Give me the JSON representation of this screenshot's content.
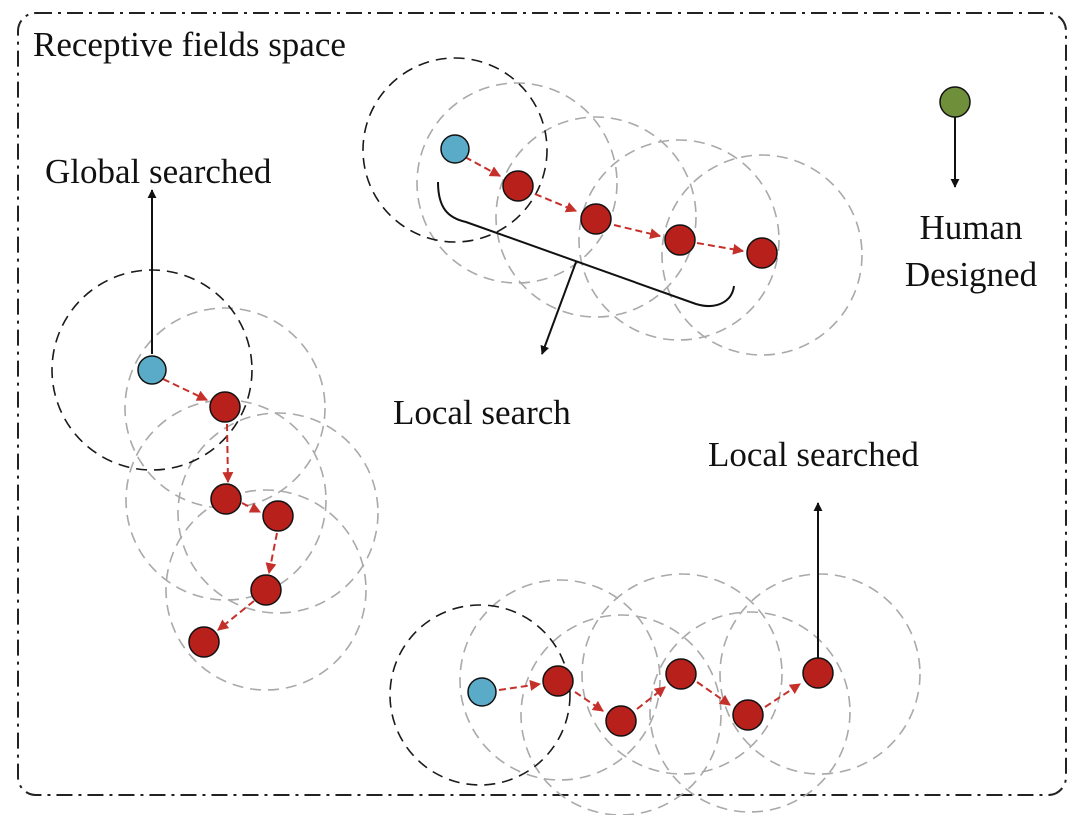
{
  "labels": {
    "space": "Receptive fields space",
    "global": "Global searched",
    "human_line1": "Human",
    "human_line2": "Designed",
    "local_search": "Local search",
    "local_searched": "Local searched"
  },
  "colors": {
    "start_node": "#5aabc8",
    "step_node": "#b8201c",
    "human_node": "#6f8f3a",
    "search_arrow": "#c6302a",
    "black_ring": "#1a1a1a",
    "grey_ring": "#a9a9a9",
    "frame": "#222222"
  },
  "icons": {
    "search_step": "dashed-arrow",
    "receptive_field": "dashed-circle"
  }
}
